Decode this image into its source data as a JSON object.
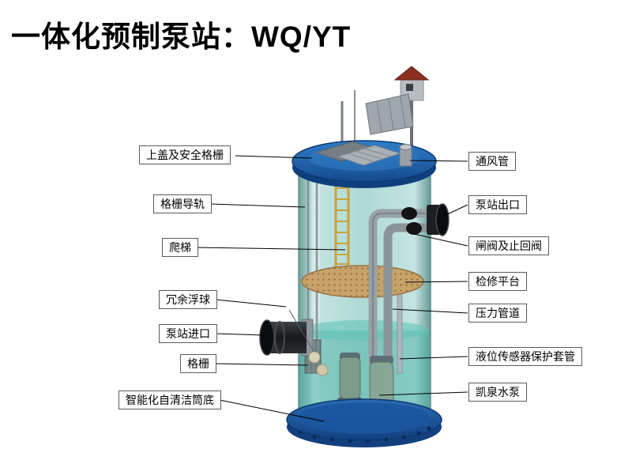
{
  "title": "一体化预制泵站：WQ/YT",
  "diagram": {
    "left_labels": [
      {
        "text": "上盖及安全格栅"
      },
      {
        "text": "格栅导轨"
      },
      {
        "text": "爬梯"
      },
      {
        "text": "冗余浮球"
      },
      {
        "text": "泵站进口"
      },
      {
        "text": "格栅"
      },
      {
        "text": "智能化自清洁筒底"
      }
    ],
    "right_labels": [
      {
        "text": "通风管"
      },
      {
        "text": "泵站出口"
      },
      {
        "text": "闸阀及止回阀"
      },
      {
        "text": "检修平台"
      },
      {
        "text": "压力管道"
      },
      {
        "text": "液位传感器保护套管"
      },
      {
        "text": "凯泉水泵"
      }
    ],
    "colors": {
      "tank_body": "#aed9d5",
      "tank_lid": "#1e63b0",
      "tank_base": "#1b55a0",
      "platform": "#c9a26a",
      "ladder": "#caa23c",
      "pipe_black": "#15181a",
      "label_border": "#5a5a5a",
      "roof_red": "#8c2f1e"
    }
  }
}
